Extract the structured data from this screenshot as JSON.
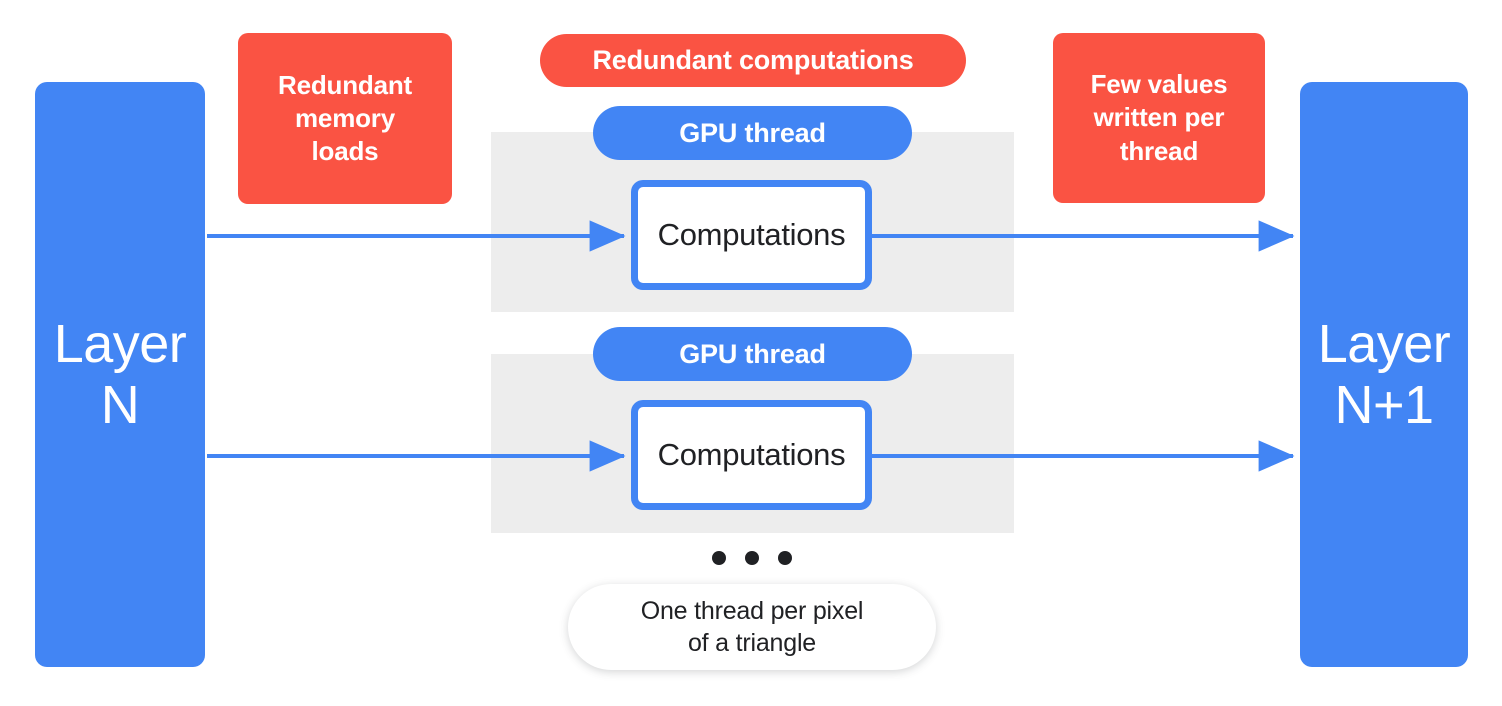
{
  "diagram": {
    "title": "GPU thread-per-pixel layer computation diagram",
    "colors": {
      "blue": "#4285f4",
      "red": "#fa5343",
      "gray_band": "#ededed",
      "white": "#ffffff",
      "text_dark": "#202124"
    }
  },
  "layers": {
    "input": {
      "label": "Layer\nN"
    },
    "output": {
      "label": "Layer\nN+1"
    }
  },
  "callouts": {
    "memory_loads": {
      "label": "Redundant\nmemory\nloads"
    },
    "redundant_computations": {
      "label": "Redundant computations"
    },
    "few_values": {
      "label": "Few values\nwritten per\nthread"
    }
  },
  "threads": [
    {
      "pill_label": "GPU thread",
      "box_label": "Computations"
    },
    {
      "pill_label": "GPU thread",
      "box_label": "Computations"
    }
  ],
  "ellipsis": {
    "dots": 3,
    "meaning": "more threads"
  },
  "caption": {
    "label": "One thread per pixel\nof a triangle"
  }
}
